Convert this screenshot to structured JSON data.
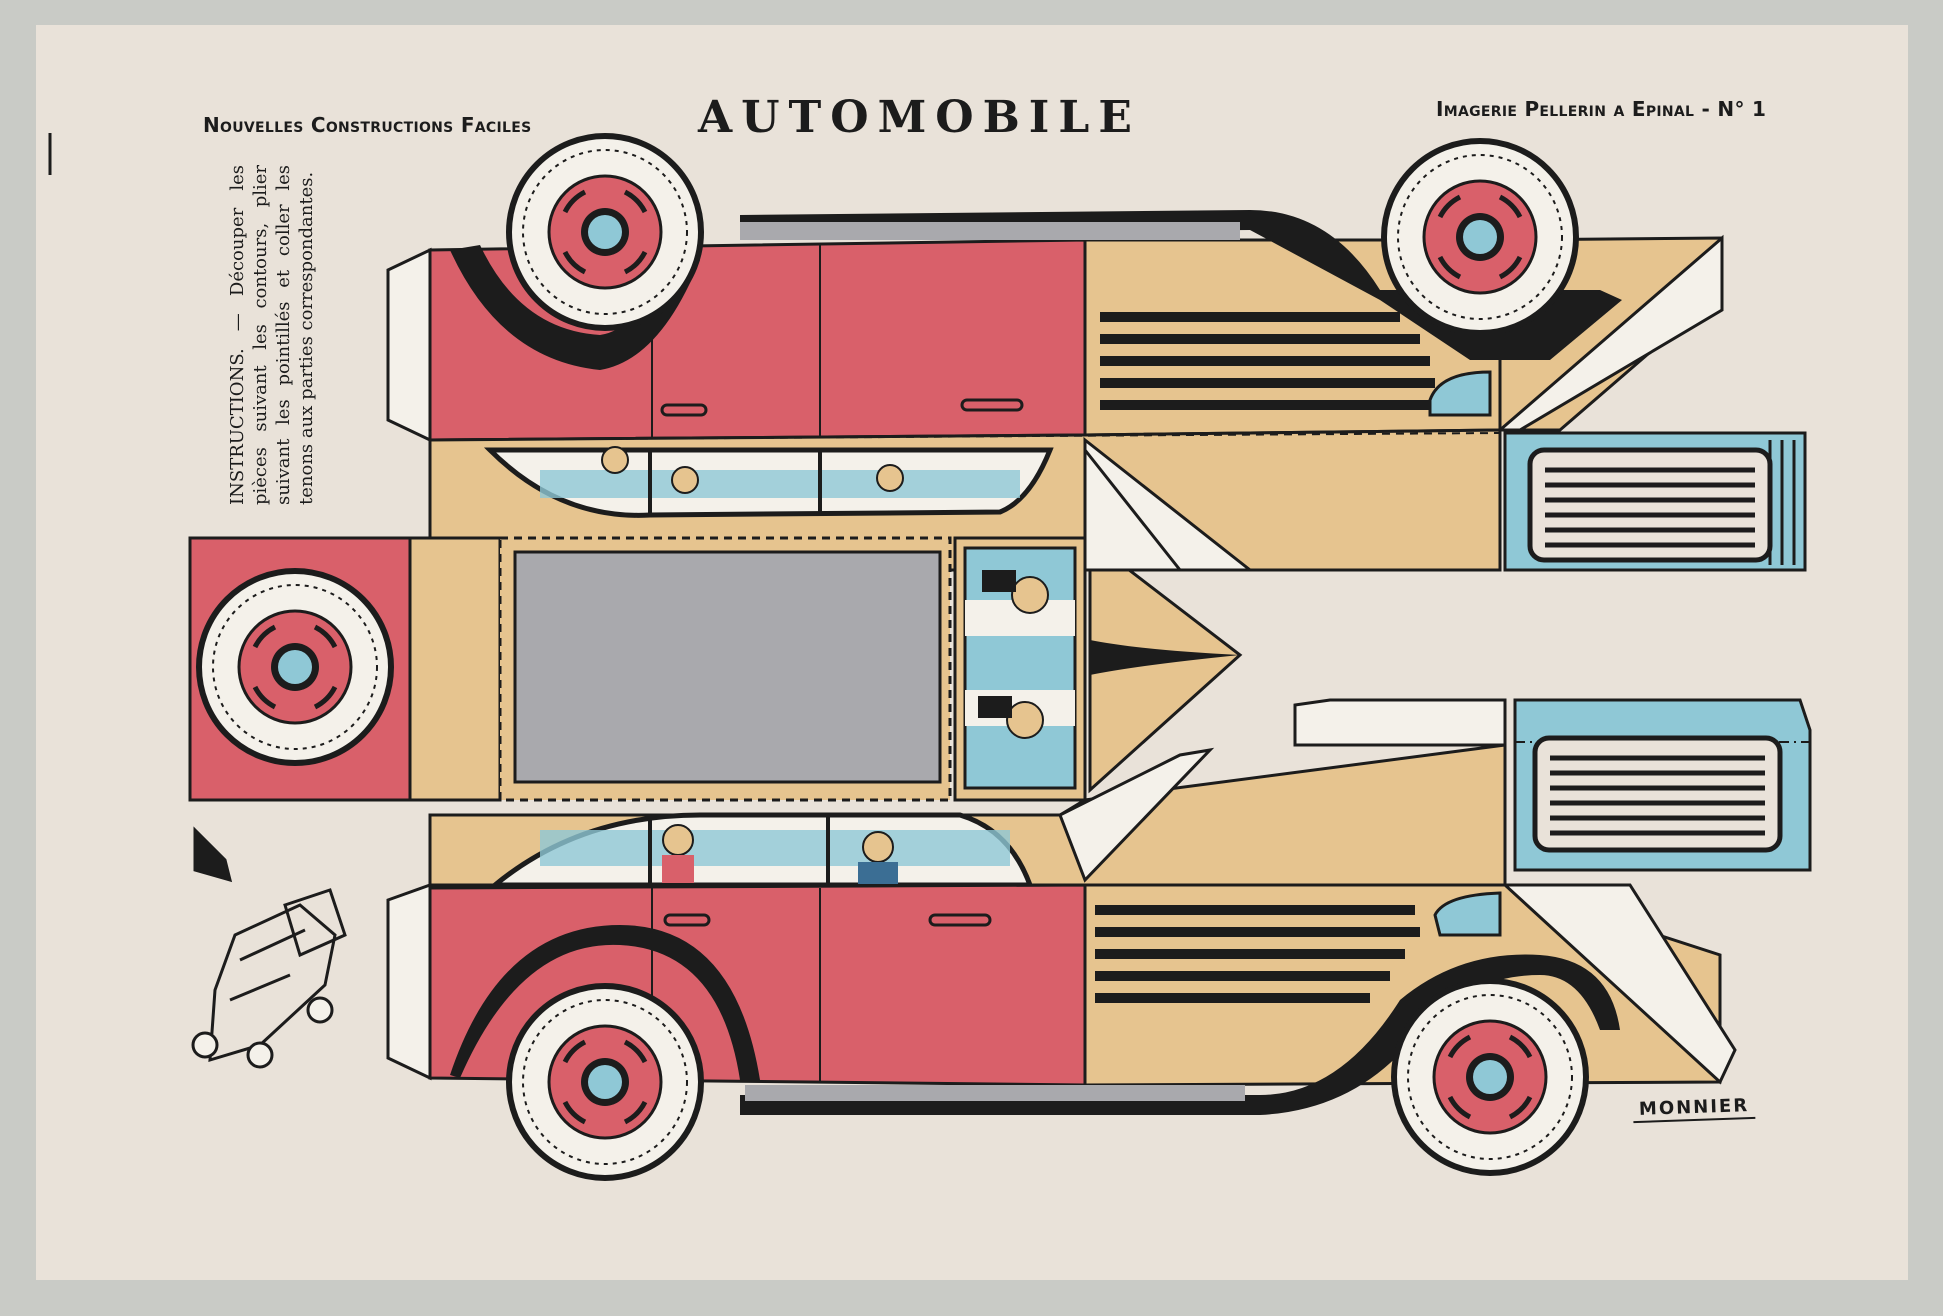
{
  "header": {
    "series_label": "Nouvelles Constructions Faciles",
    "title": "AUTOMOBILE",
    "publisher_label": "Imagerie Pellerin a Epinal - N° 1"
  },
  "instructions": {
    "lead": "INSTRUCTIONS. —",
    "body": "Découper les pièces suivant les contours, plier suivant les pointillés et coller les tenons aux parties correspondantes."
  },
  "signature": "MONNIER",
  "colors": {
    "paper": "#e9e2d9",
    "body_red": "#d9606a",
    "hood_tan": "#e6c48f",
    "roof_grey": "#a9a9ad",
    "glass_blue": "#8fc8d6",
    "ink": "#1c1c1c",
    "tire_white": "#f4f1ea"
  },
  "icons": [
    "wheel-icon",
    "car-illustration"
  ]
}
